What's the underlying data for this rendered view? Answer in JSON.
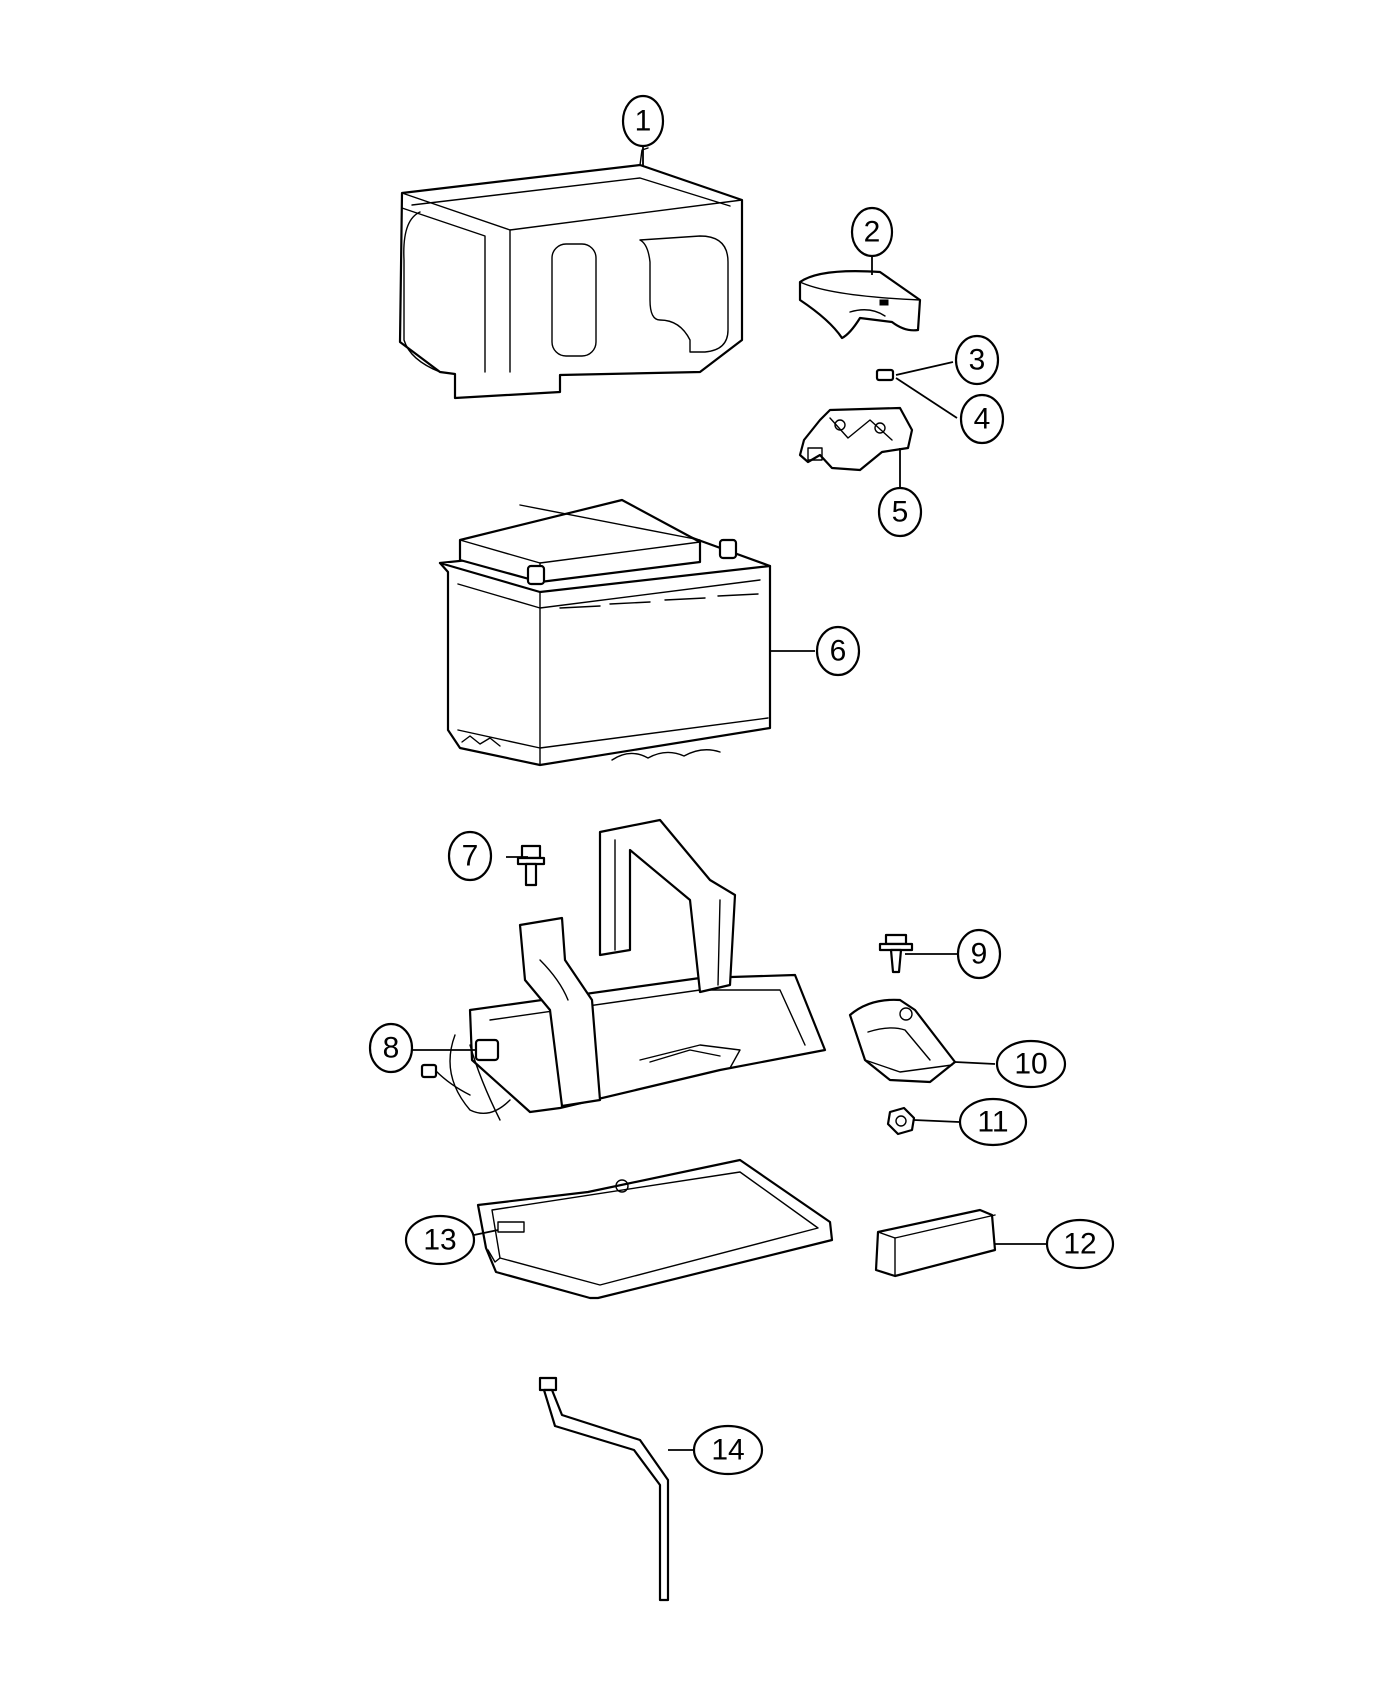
{
  "diagram": {
    "callouts": [
      {
        "id": 1,
        "label": "1"
      },
      {
        "id": 2,
        "label": "2"
      },
      {
        "id": 3,
        "label": "3"
      },
      {
        "id": 4,
        "label": "4"
      },
      {
        "id": 5,
        "label": "5"
      },
      {
        "id": 6,
        "label": "6"
      },
      {
        "id": 7,
        "label": "7"
      },
      {
        "id": 8,
        "label": "8"
      },
      {
        "id": 9,
        "label": "9"
      },
      {
        "id": 10,
        "label": "10"
      },
      {
        "id": 11,
        "label": "11"
      },
      {
        "id": 12,
        "label": "12"
      },
      {
        "id": 13,
        "label": "13"
      },
      {
        "id": 14,
        "label": "14"
      }
    ]
  }
}
